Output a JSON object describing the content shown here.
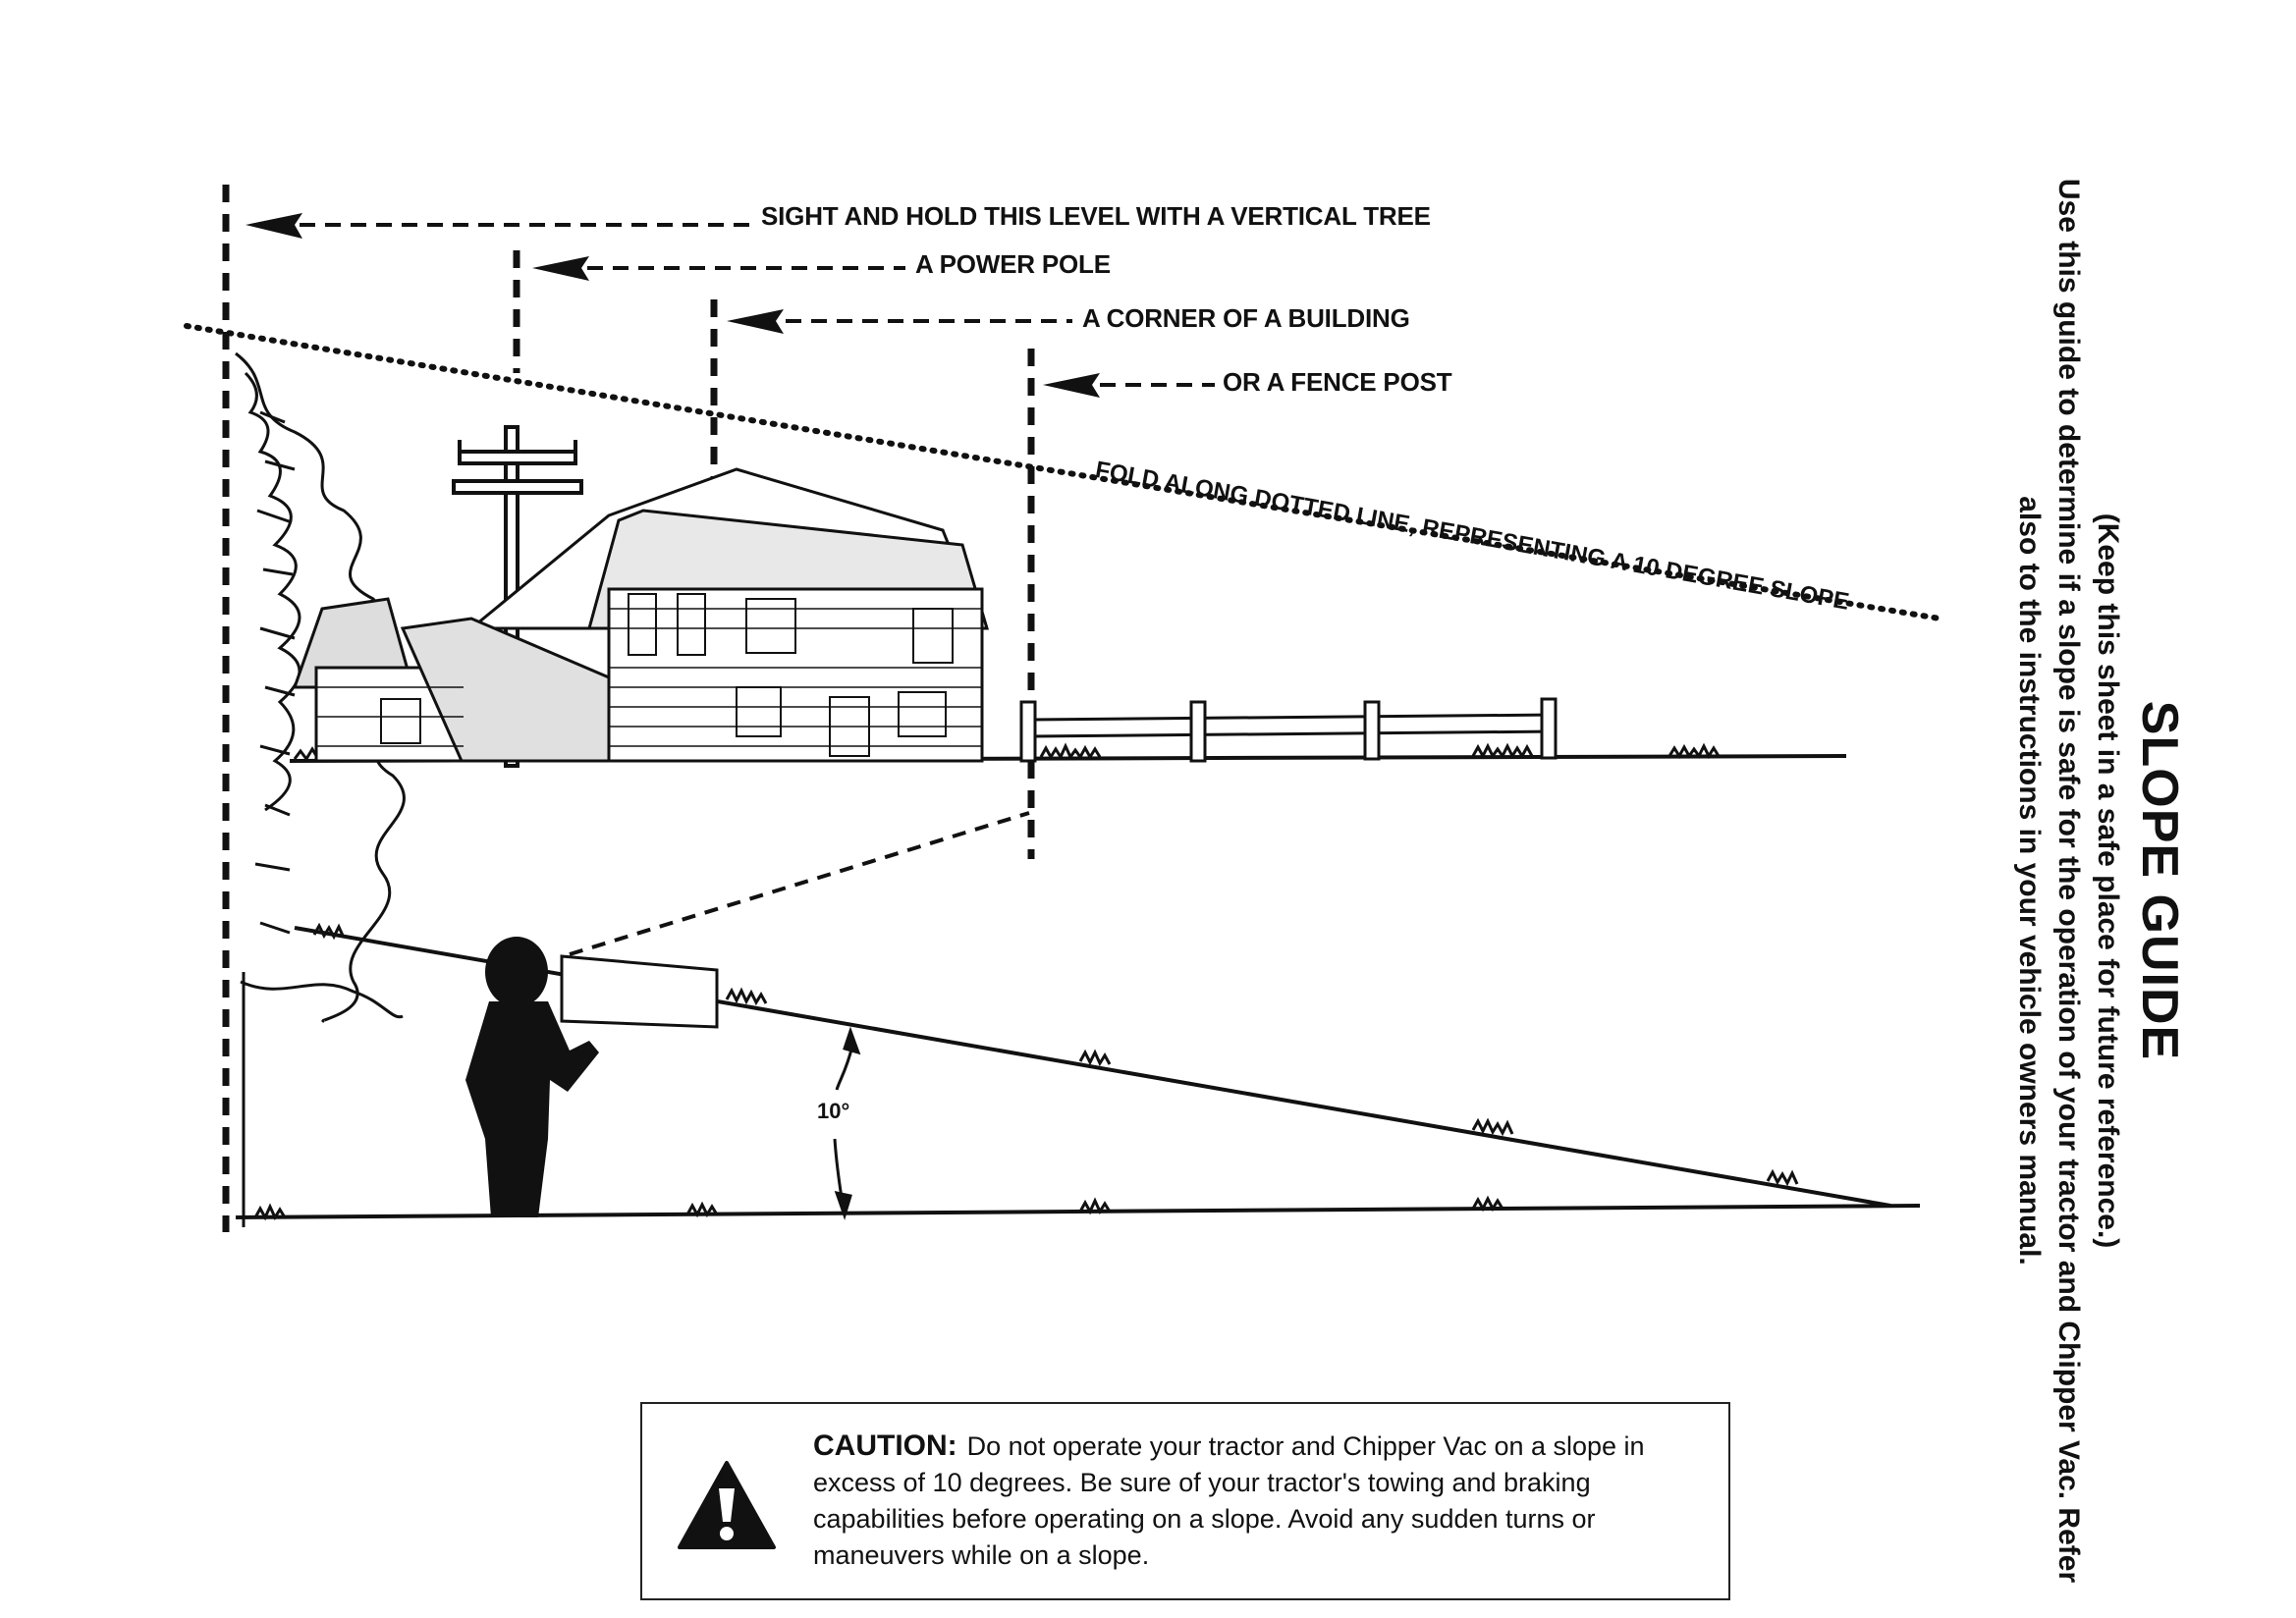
{
  "labels": {
    "tree": "SIGHT AND HOLD THIS LEVEL WITH A VERTICAL TREE",
    "pole": "A POWER POLE",
    "building": "A CORNER OF A BUILDING",
    "fence": "OR A FENCE POST",
    "fold": "FOLD ALONG DOTTED LINE, REPRESENTING A 10 DEGREE SLOPE",
    "angle": "10°"
  },
  "caution": {
    "heading": "CAUTION:",
    "body": "Do not operate your tractor and Chipper Vac on a slope in excess of 10 degrees. Be sure of your tractor's towing and braking capabilities before operating on a slope. Avoid any sudden turns or maneuvers while on a slope."
  },
  "side": {
    "title": "SLOPE GUIDE",
    "subtitle": "(Keep this sheet in a safe place for future reference.)",
    "body": "Use this guide to determine if a slope is safe for the operation of your tractor and Chipper Vac. Refer also to the instructions in your vehicle owners manual."
  },
  "chart_data": {
    "type": "diagram",
    "slope_angle_degrees": 10,
    "reference_objects": [
      "tree",
      "power pole",
      "building corner",
      "fence post"
    ]
  }
}
